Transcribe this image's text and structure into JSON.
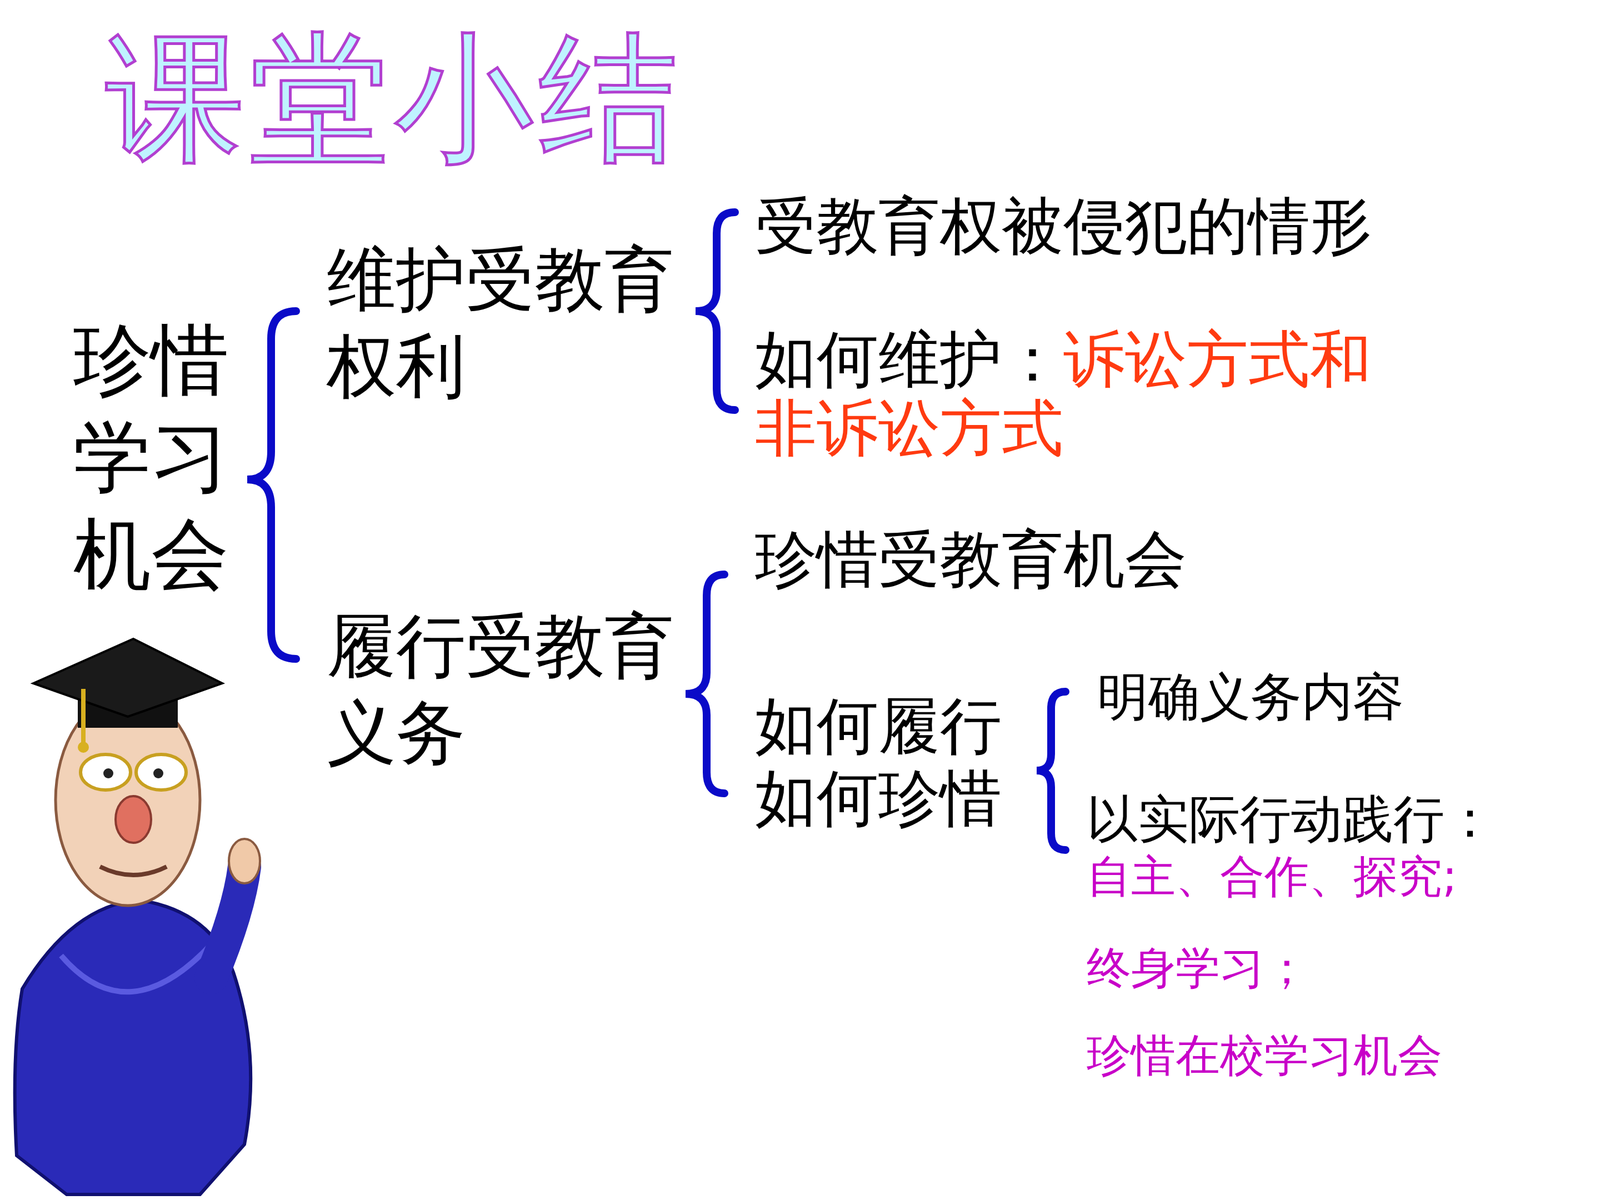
{
  "diagram": {
    "title": "课堂小结",
    "labels": [
      "珍惜学习机会",
      "维护受教育权利",
      "受教育权被侵犯的情形",
      "如何维护：",
      "诉讼方式和非诉讼方式",
      "履行受教育义务",
      "珍惜受教育机会",
      "如何履行",
      "如何珍惜",
      "明确义务内容",
      "以实际行动践行：",
      "自主、合作、探究;",
      "终身学习；",
      "珍惜在校学习机会"
    ]
  }
}
